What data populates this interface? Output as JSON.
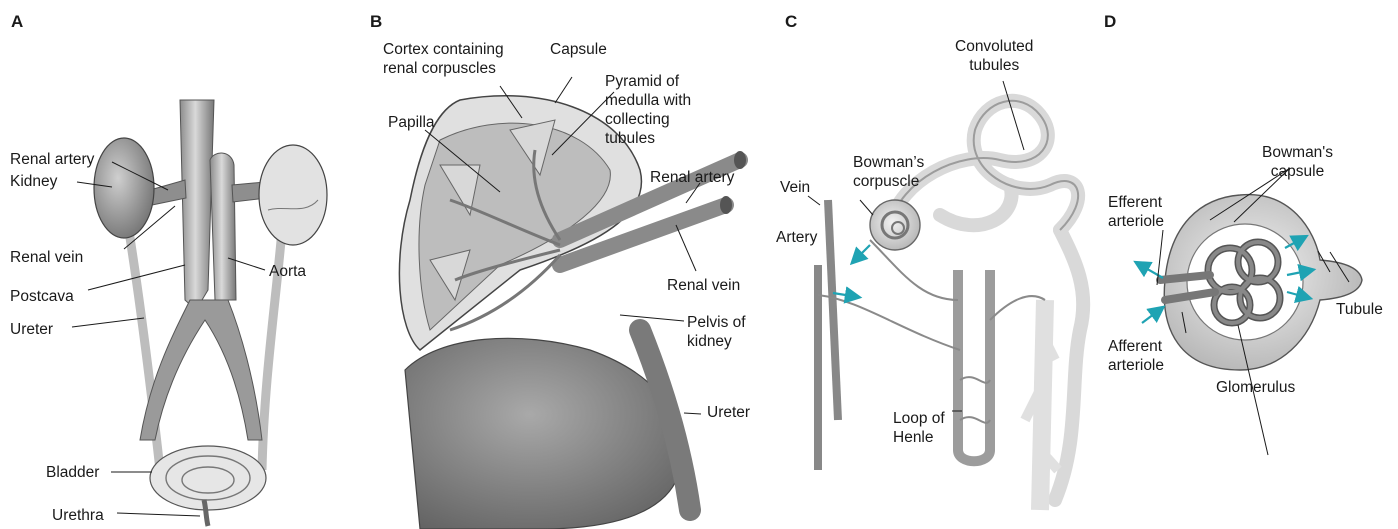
{
  "panels": {
    "A": {
      "letter": "A",
      "labels": {
        "renal_artery": "Renal artery",
        "kidney": "Kidney",
        "renal_vein": "Renal vein",
        "postcava": "Postcava",
        "ureter": "Ureter",
        "aorta": "Aorta",
        "bladder": "Bladder",
        "urethra": "Urethra"
      }
    },
    "B": {
      "letter": "B",
      "labels": {
        "cortex": "Cortex containing\nrenal corpuscles",
        "capsule": "Capsule",
        "pyramid": "Pyramid of\nmedulla with\ncollecting\ntubules",
        "papilla": "Papilla",
        "renal_artery": "Renal artery",
        "renal_vein": "Renal vein",
        "pelvis": "Pelvis of\nkidney",
        "ureter": "Ureter"
      }
    },
    "C": {
      "letter": "C",
      "labels": {
        "convoluted": "Convoluted\ntubules",
        "bowmans_corpuscle": "Bowman’s\ncorpuscle",
        "vein": "Vein",
        "artery": "Artery",
        "loop_of_henle": "Loop of\nHenle"
      }
    },
    "D": {
      "letter": "D",
      "labels": {
        "bowmans_capsule": "Bowman's\ncapsule",
        "efferent": "Efferent\narteriole",
        "afferent": "Afferent\narteriole",
        "tubule": "Tubule",
        "glomerulus": "Glomerulus"
      }
    }
  },
  "colors": {
    "tissue_dark": "#7a7a7a",
    "tissue_mid": "#a8a8a8",
    "tissue_light": "#d6d6d6",
    "leader": "#1a1a1a",
    "flow_arrow": "#1fa3b3"
  }
}
